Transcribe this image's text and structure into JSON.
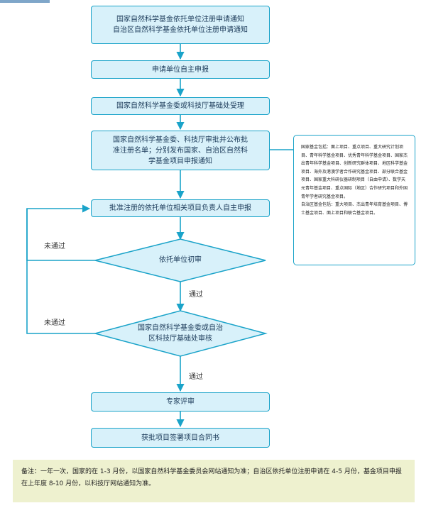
{
  "nodes": {
    "notice": "国家自然科学基金依托单位注册申请通知\n自治区自然科学基金依托单位注册申请通知",
    "self_report": "申请单位自主申报",
    "accept": "国家自然科学基金委或科技厅基础处受理",
    "approve": "国家自然科学基金委、科技厅审批并公布批\n准注册名单；分别发布国家、自治区自然科\n学基金项目申报通知",
    "pi_report": "批准注册的依托单位相关项目负责人自主申报",
    "unit_review": "依托单位初审",
    "fund_review": "国家自然科学基金委或自治\n区科技厅基础处审核",
    "expert_review": "专家评审",
    "contract": "获批项目签署项目合同书"
  },
  "edges": {
    "fail_1": "未通过",
    "fail_2": "未通过",
    "pass_1": "通过",
    "pass_2": "通过"
  },
  "side_note": {
    "national": "国家基金包括：面上项目、重点项目、重大研究计划项目、青年科学基金项目、优秀青年科学基金项目、国家杰出青年科学基金项目、创新研究群体项目、地区科学基金项目、海外及港澳学者合作研究基金项目、部分联合基金项目、国家重大科研仪器研制项目（自由申请）、数学天元青年基金项目、重点国际（地区）合作研究项目和外国青年学者研究基金项目。",
    "regional": "自治区基金包括：重大项目、杰出青年培育基金项目、博士基金项目、面上项目和联合基金项目。"
  },
  "footnote": "备注：一年一次，国家的在 1-3 月份，以国家自然科学基金委员会网站通知为准；自治区依托单位注册申请在 4-5 月份，基金项目申报在上年度 8-10 月份，以科技厅网站通知为准。"
}
